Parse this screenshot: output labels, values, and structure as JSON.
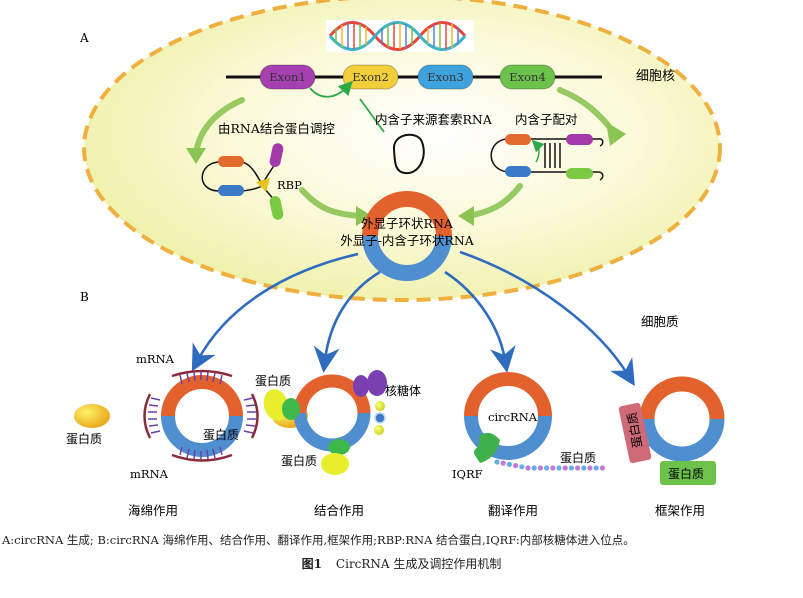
{
  "panel_a": {
    "label": "A",
    "region_label": "细胞核",
    "exons": [
      "Exon1",
      "Exon2",
      "Exon3",
      "Exon4"
    ],
    "exon_colors": [
      "#a63fb0",
      "#f2cf3a",
      "#3ea3dd",
      "#6cc24a"
    ],
    "pathway_rbp": "由RNA结合蛋白调控",
    "pathway_lariat": "内含子来源套索RNA",
    "pathway_pairing": "内含子配对",
    "rbp_label": "RBP",
    "product_1": "外显子环状RNA",
    "product_2": "外显子-内含子环状RNA"
  },
  "panel_b": {
    "label": "B",
    "region_label": "细胞质",
    "sponge": {
      "title": "海绵作用",
      "mrna_top": "mRNA",
      "mrna_bottom": "mRNA",
      "protein_left": "蛋白质",
      "protein_right": "蛋白质"
    },
    "binding": {
      "title": "结合作用",
      "protein_top": "蛋白质",
      "protein_bottom": "蛋白质",
      "ribosome": "核糖体"
    },
    "translation": {
      "title": "翻译作用",
      "circ": "circRNA",
      "iqrf": "IQRF",
      "protein": "蛋白质"
    },
    "scaffold": {
      "title": "框架作用",
      "protein_side": "蛋白质",
      "protein_bottom": "蛋白质"
    }
  },
  "colors": {
    "orange": "#e3612d",
    "blue": "#4f8fd0",
    "nucleus_fill": "#f7f5c2",
    "nucleus_border": "#f0b040",
    "green_arrow": "#8cc454",
    "blue_arrow": "#2f6bbf"
  },
  "caption": {
    "note": "A:circRNA 生成; B:circRNA 海绵作用、结合作用、翻译作用,框架作用;RBP:RNA 结合蛋白,IQRF:内部核糖体进入位点。",
    "fig_number": "图1",
    "title": "CircRNA 生成及调控作用机制"
  }
}
